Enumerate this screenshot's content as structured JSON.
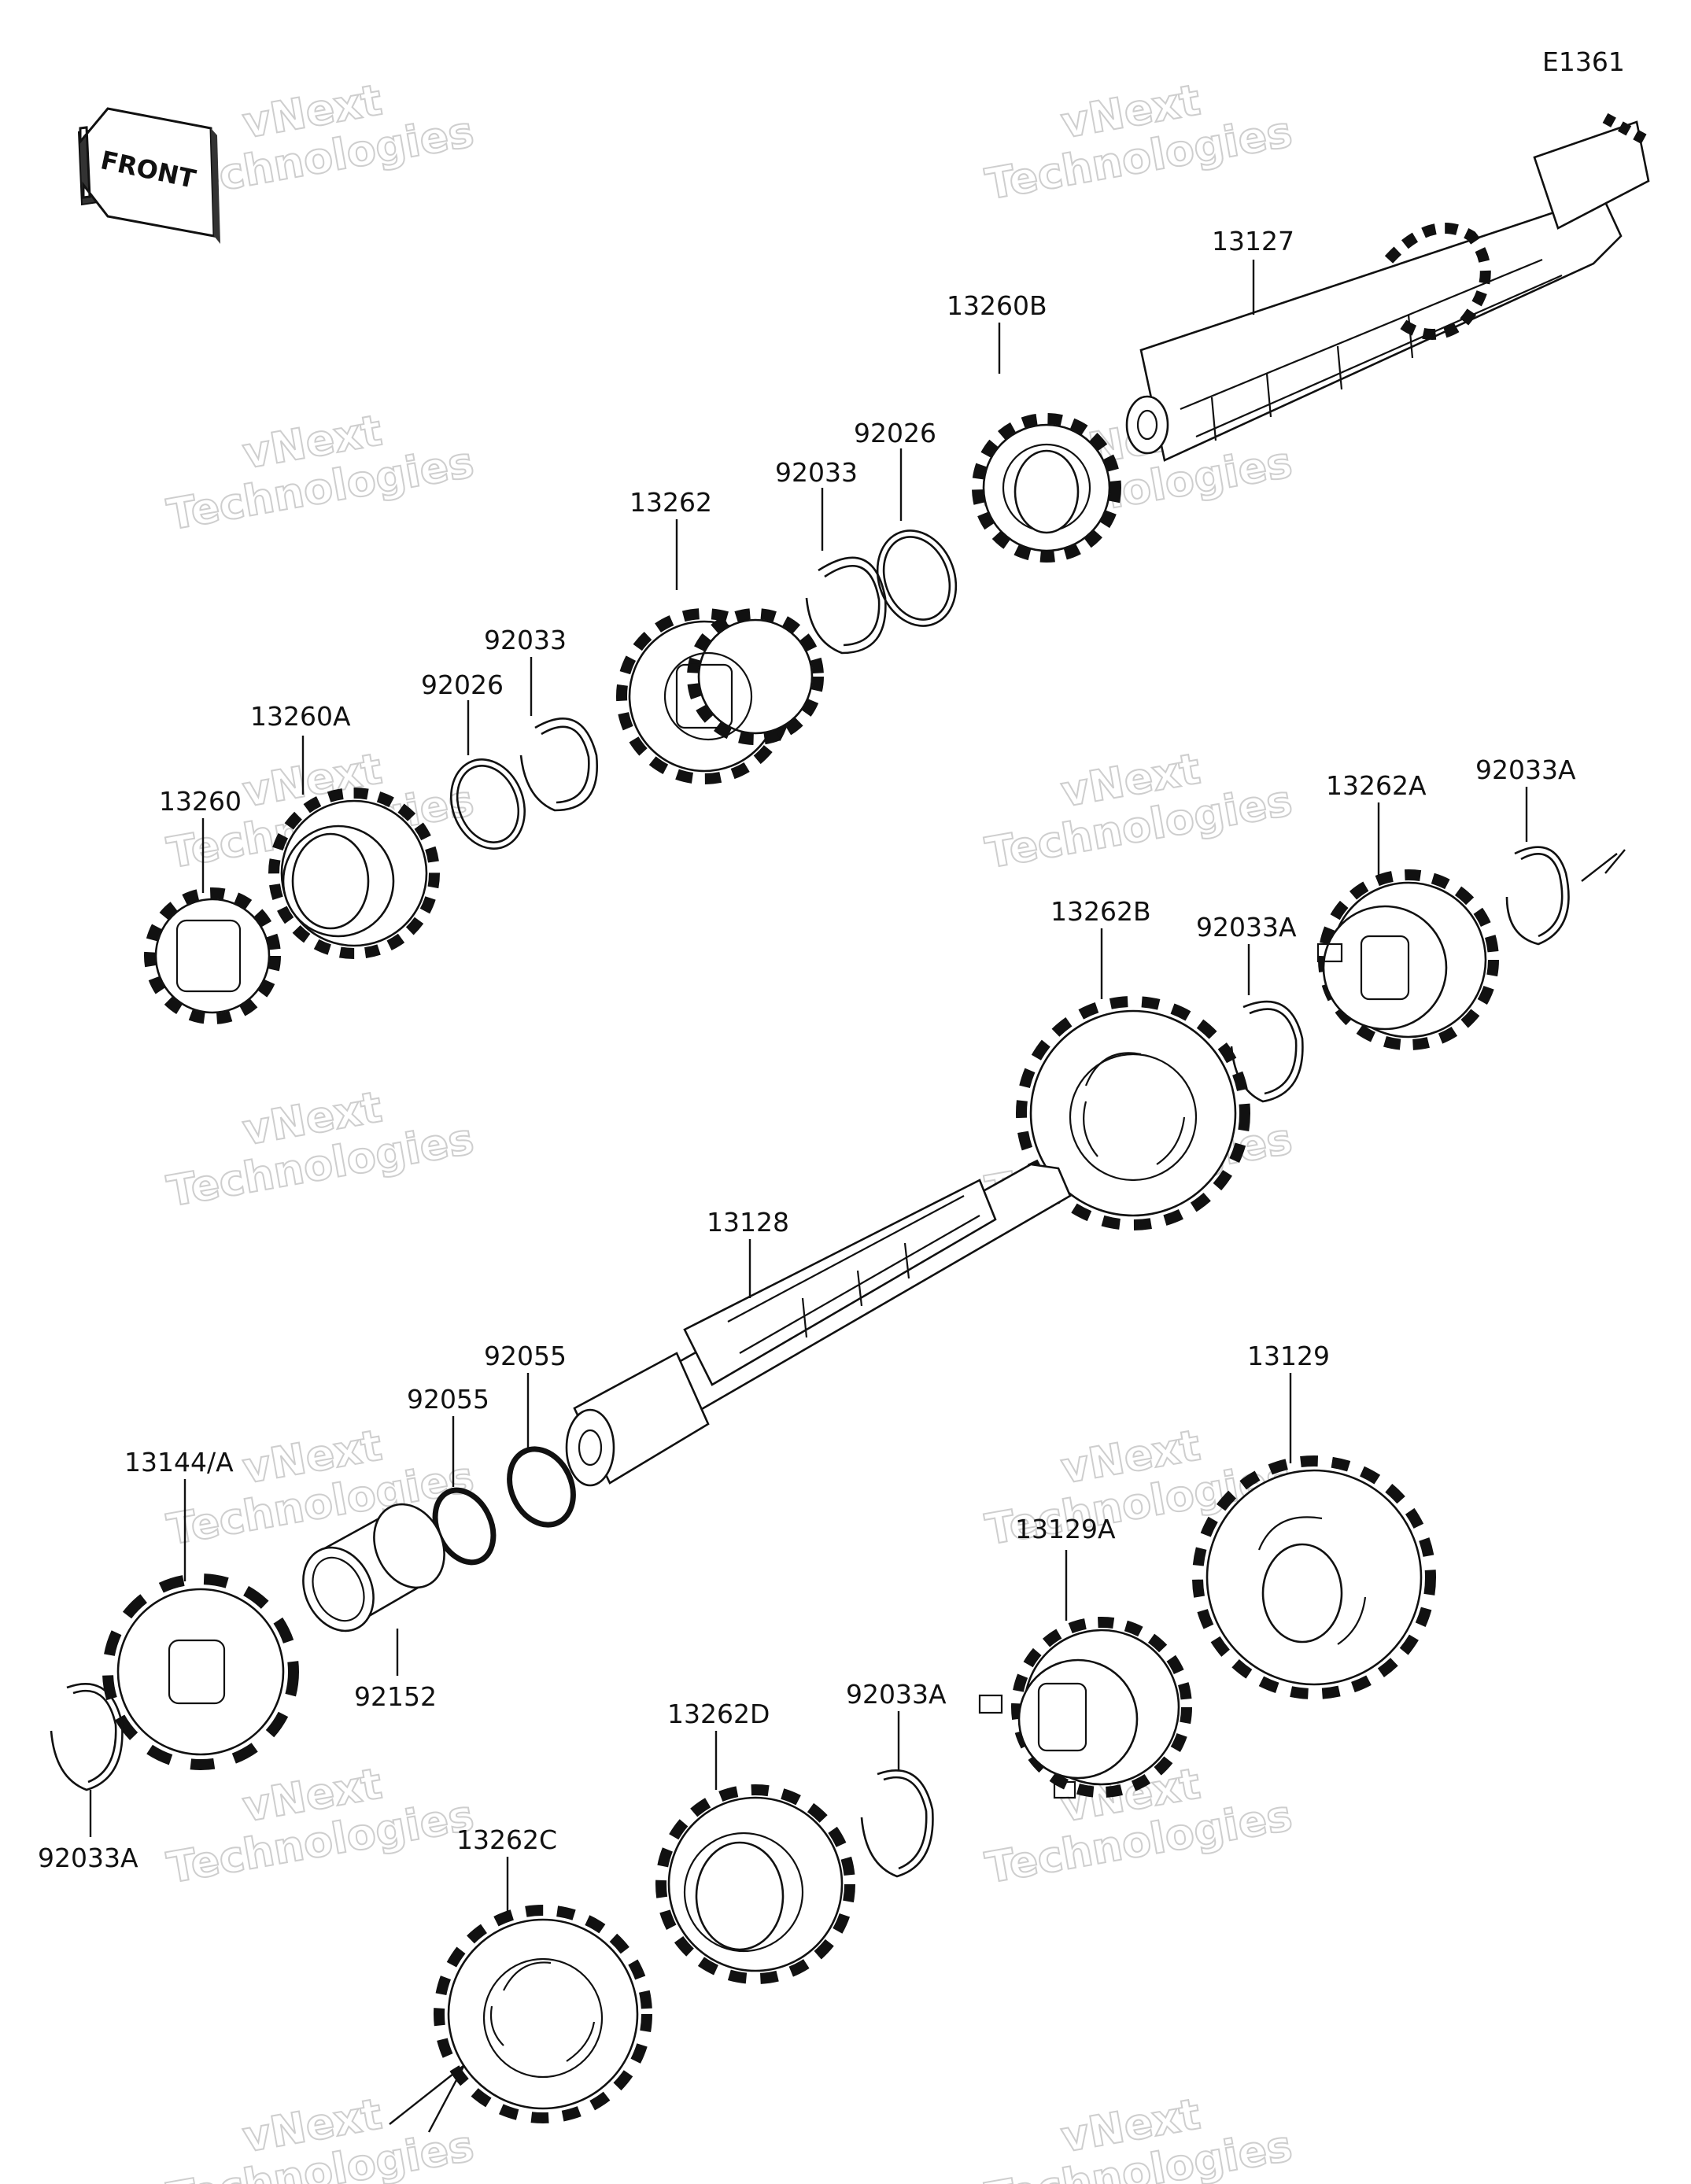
{
  "diagram_code": "E1361",
  "front_label": "FRONT",
  "watermark": {
    "line1": "vNext",
    "line2": "Technologies"
  },
  "parts": {
    "p13127": "13127",
    "p13260B": "13260B",
    "p92026_a": "92026",
    "p92033_a": "92033",
    "p13262": "13262",
    "p92033_b": "92033",
    "p92026_b": "92026",
    "p13260A": "13260A",
    "p13260": "13260",
    "p13262A": "13262A",
    "p92033A_a": "92033A",
    "p13262B": "13262B",
    "p92033A_b": "92033A",
    "p13128": "13128",
    "p92055_a": "92055",
    "p92055_b": "92055",
    "p13144A": "13144/A",
    "p92152": "92152",
    "p92033A_c": "92033A",
    "p13129": "13129",
    "p13129A": "13129A",
    "p13262D": "13262D",
    "p92033A_d": "92033A",
    "p13262C": "13262C"
  }
}
